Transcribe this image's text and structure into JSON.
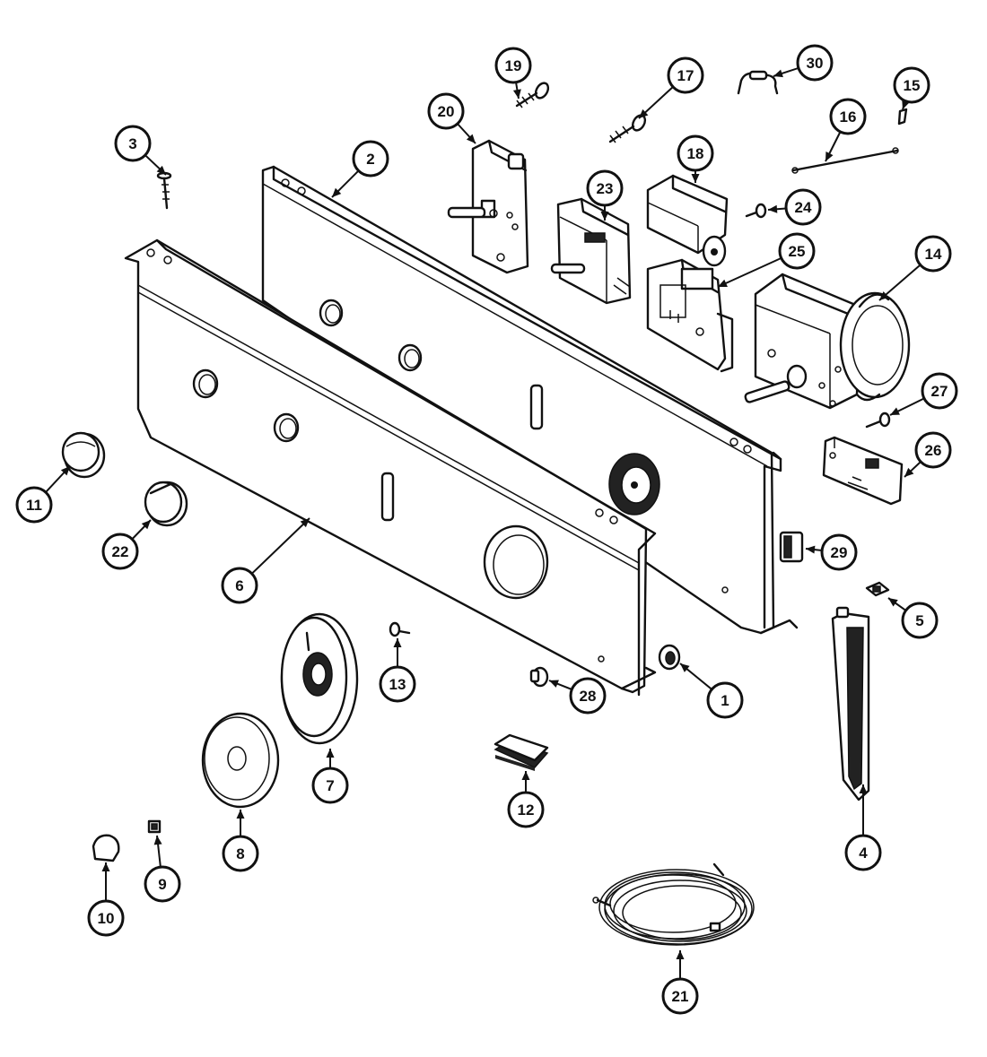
{
  "callouts": [
    {
      "id": "1",
      "label": "1"
    },
    {
      "id": "2",
      "label": "2"
    },
    {
      "id": "3",
      "label": "3"
    },
    {
      "id": "4",
      "label": "4"
    },
    {
      "id": "5",
      "label": "5"
    },
    {
      "id": "6",
      "label": "6"
    },
    {
      "id": "7",
      "label": "7"
    },
    {
      "id": "8",
      "label": "8"
    },
    {
      "id": "9",
      "label": "9"
    },
    {
      "id": "10",
      "label": "10"
    },
    {
      "id": "11",
      "label": "11"
    },
    {
      "id": "12",
      "label": "12"
    },
    {
      "id": "13",
      "label": "13"
    },
    {
      "id": "14",
      "label": "14"
    },
    {
      "id": "15",
      "label": "15"
    },
    {
      "id": "16",
      "label": "16"
    },
    {
      "id": "17",
      "label": "17"
    },
    {
      "id": "18",
      "label": "18"
    },
    {
      "id": "19",
      "label": "19"
    },
    {
      "id": "20",
      "label": "20"
    },
    {
      "id": "21",
      "label": "21"
    },
    {
      "id": "22",
      "label": "22"
    },
    {
      "id": "23",
      "label": "23"
    },
    {
      "id": "24",
      "label": "24"
    },
    {
      "id": "25",
      "label": "25"
    },
    {
      "id": "26",
      "label": "26"
    },
    {
      "id": "27",
      "label": "27"
    },
    {
      "id": "28",
      "label": "28"
    },
    {
      "id": "29",
      "label": "29"
    },
    {
      "id": "30",
      "label": "30"
    }
  ]
}
